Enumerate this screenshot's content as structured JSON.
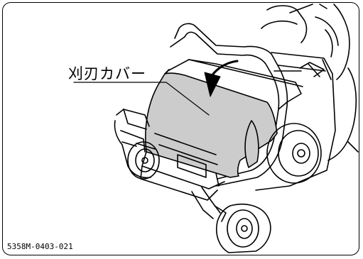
{
  "figure": {
    "callout_label": "刈刃カバー",
    "figure_code": "5358M-0403-021"
  },
  "colors": {
    "line": "#000000",
    "cover_fill": "#cccccc",
    "background": "#ffffff"
  },
  "icons": {
    "arrow": "curved-arrow-down",
    "wheels": "wheel"
  }
}
